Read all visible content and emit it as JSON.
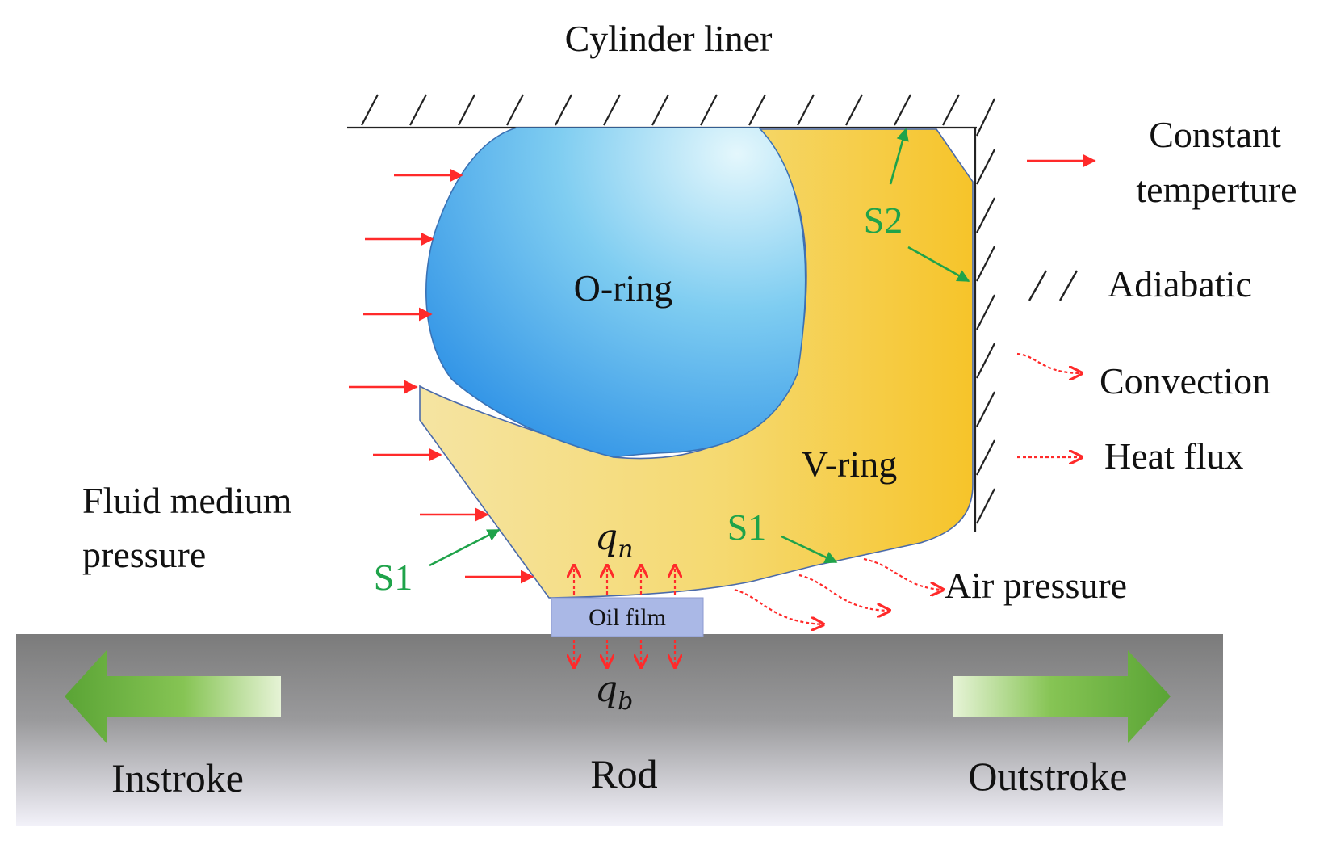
{
  "labels": {
    "cylinder_liner": "Cylinder liner",
    "o_ring": "O-ring",
    "v_ring": "V-ring",
    "fluid_medium_line1": "Fluid medium",
    "fluid_medium_line2": "pressure",
    "air_pressure": "Air pressure",
    "oil_film": "Oil film",
    "rod": "Rod",
    "instroke": "Instroke",
    "outstroke": "Outstroke",
    "s1": "S1",
    "s2": "S2",
    "q_n_base": "q",
    "q_n_sub": "n",
    "q_b_base": "q",
    "q_b_sub": "b"
  },
  "legend": {
    "constant_line1": "Constant",
    "constant_line2": "temperture",
    "adiabatic": "Adiabatic",
    "convection": "Convection",
    "heat_flux": "Heat flux"
  },
  "colors": {
    "pressure_arrow": "#ff2a2a",
    "boundary_label": "#1fa34a",
    "o_ring_light": "#d8f3fb",
    "o_ring_dark": "#2f96e6",
    "v_ring_light": "#f5e3a0",
    "v_ring_dark": "#f6c42a",
    "oil_film": "#aab8e6",
    "rod_dark": "#7c7c7c",
    "rod_light": "#f1f0f8",
    "stroke_arrow": "#5da83a"
  }
}
